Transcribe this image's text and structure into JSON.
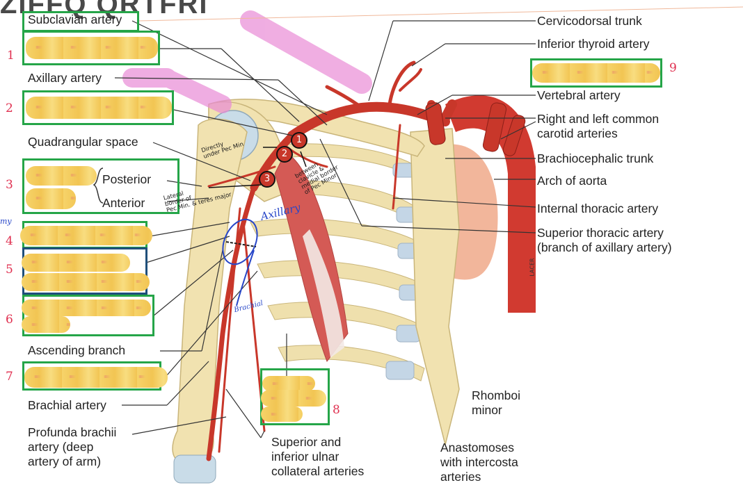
{
  "header": {
    "partial_title": "ZIFFQ  QRTFRI"
  },
  "labels_left": {
    "subclavian": "Subclavian artery",
    "axillary": "Axillary artery",
    "quadrangular": "Quadrangular space",
    "posterior": "Posterior",
    "anterior": "Anterior",
    "ascending": "Ascending branch",
    "brachial": "Brachial artery",
    "profunda": "Profunda brachii\nartery (deep\nartery of arm)"
  },
  "labels_right": {
    "cervicodorsal": "Cervicodorsal trunk",
    "inferior_thyroid": "Inferior thyroid artery",
    "vertebral": "Vertebral artery",
    "common_carotid": "Right and left common\ncarotid arteries",
    "brachiocephalic": "Brachiocephalic trunk",
    "arch": "Arch of aorta",
    "internal_thoracic": "Internal thoracic artery",
    "superior_thoracic": "Superior thoracic artery\n(branch of axillary artery)"
  },
  "labels_bottom": {
    "rhomboid": "Rhomboi\nminor",
    "anastomoses": "Anastomoses\nwith intercosta\narteries",
    "ulnar_collateral": "Superior and\ninferior ulnar\ncollateral arteries"
  },
  "handwritten": {
    "directly": "Directly\nunder Pec Min",
    "between": "between\nclavicle &\nmedial border\nof Pec Minor",
    "lateral": "Lateral\nborder of\nPec Min. & teres major",
    "axillary_blue": "Axillary",
    "brachial_blue": "Brachial",
    "margin_mark": "my"
  },
  "segment_numbers": [
    "1",
    "2",
    "3"
  ],
  "box_numbers": [
    "1",
    "2",
    "3",
    "4",
    "5",
    "6",
    "7",
    "8",
    "9"
  ],
  "artist_sig": "LACER",
  "colors": {
    "box_border": "#25a548",
    "redaction": "#f2c553",
    "artery": "#c8372a",
    "bone": "#f1e2b0",
    "highlight": "#e98bd6",
    "annotation_red": "#e03050",
    "annotation_blue": "#2746c8"
  }
}
